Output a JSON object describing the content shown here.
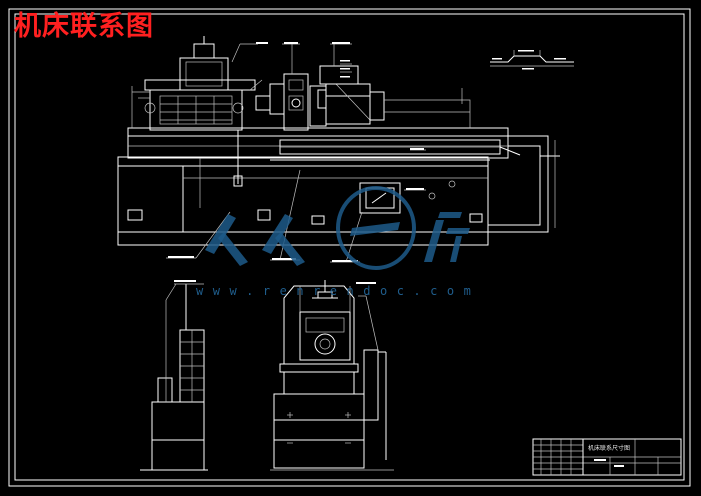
{
  "title": "机床联系图",
  "watermark": {
    "url": "www.renrendoc.com"
  },
  "title_block": {
    "drawing_name": "机床联系尺寸图"
  },
  "colors": {
    "background": "#000000",
    "linework": "#ffffff",
    "title": "#ff2020",
    "watermark": "#1d5b8a"
  }
}
